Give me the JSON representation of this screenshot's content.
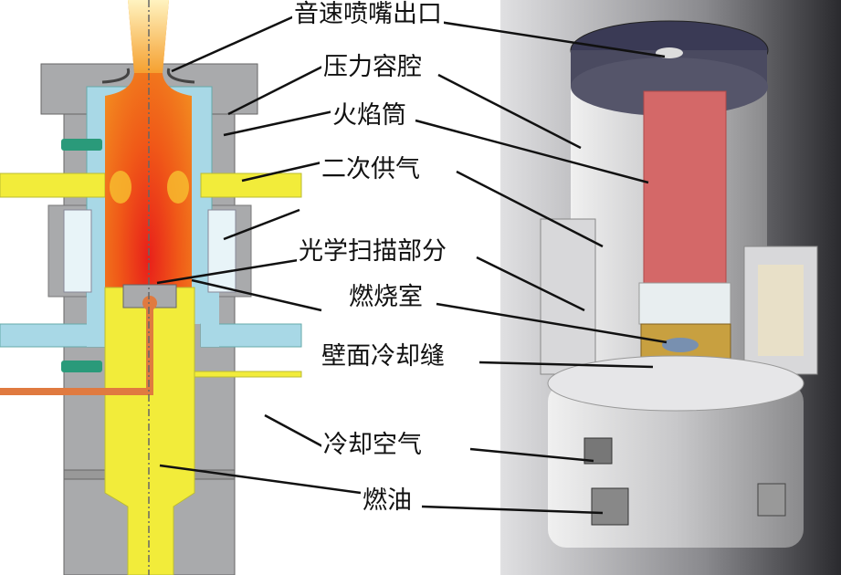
{
  "labels": {
    "nozzle_exit": "音速喷嘴出口",
    "pressure_chamber": "压力容腔",
    "flame_tube": "火焰筒",
    "secondary_air": "二次供气",
    "optical_scan": "光学扫描部分",
    "combustor": "燃烧室",
    "wall_cooling_slot": "壁面冷却缝",
    "cooling_air": "冷却空气",
    "fuel": "燃油"
  },
  "colors": {
    "body": "#a9aaac",
    "cooling": "#a8d8e6",
    "air": "#f2ec3a",
    "flame": "#f07a18",
    "fuel_line": "#e07a40",
    "seal": "#2a9a7a"
  }
}
